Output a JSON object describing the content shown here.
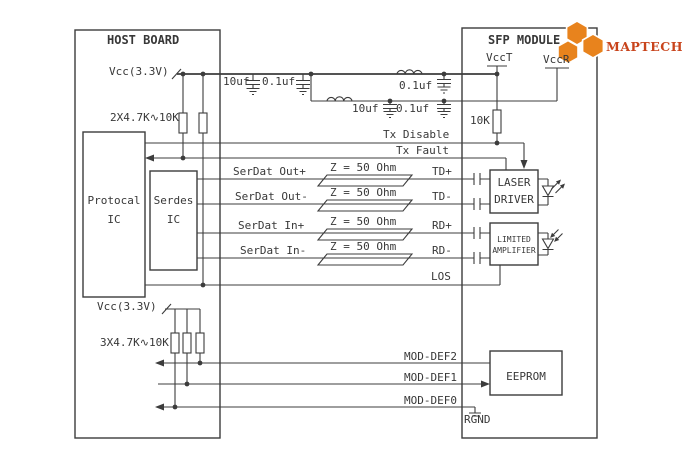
{
  "header": {
    "host_title": "HOST BOARD",
    "sfp_title": "SFP MODULE",
    "logo_text": "MAPTECH"
  },
  "colors": {
    "line": "#3c3c3c",
    "text": "#383838",
    "logo_hex": "#E8831D",
    "logo_text": "#C8441C",
    "background": "#ffffff"
  },
  "host_board": {
    "vcc_top_label": "Vcc(3.3V)",
    "pullup_top_label": "2X4.7K∿10K",
    "protocol_ic": [
      "Protocal",
      "IC"
    ],
    "serdes_ic": [
      "Serdes",
      "IC"
    ],
    "vcc_bottom_label": "Vcc(3.3V)",
    "pullup_bottom_label": "3X4.7K∿10K"
  },
  "filter": {
    "cap1": "10uf",
    "cap2": "0.1uf",
    "cap3": "10uf",
    "cap4": "0.1uf",
    "cap5": "0.1uf"
  },
  "sfp": {
    "vcct": "VccT",
    "vccr": "VccR",
    "pullup": "10K",
    "laser_driver": [
      "LASER",
      "DRIVER"
    ],
    "limited_amplifier": [
      "LIMITED",
      "AMPLIFIER"
    ],
    "eeprom": "EEPROM",
    "rgnd": "RGND"
  },
  "signals": {
    "tx_disable": "Tx Disable",
    "tx_fault": "Tx Fault",
    "serdat_out_p": "SerDat Out+",
    "serdat_out_n": "SerDat Out-",
    "serdat_in_p": "SerDat In+",
    "serdat_in_n": "SerDat In-",
    "impedance": "Z = 50 Ohm",
    "td_p": "TD+",
    "td_n": "TD-",
    "rd_p": "RD+",
    "rd_n": "RD-",
    "los": "LOS",
    "mod_def2": "MOD-DEF2",
    "mod_def1": "MOD-DEF1",
    "mod_def0": "MOD-DEF0"
  }
}
